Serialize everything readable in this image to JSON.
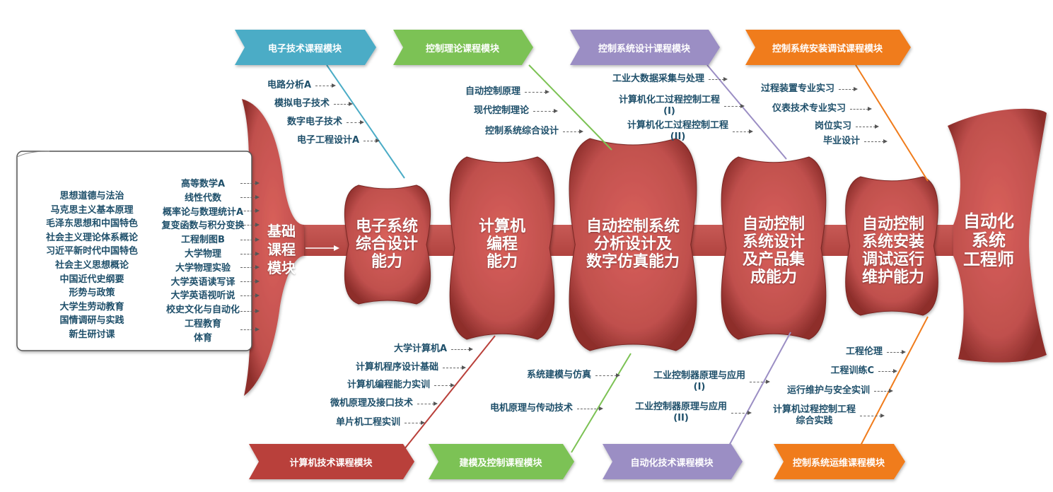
{
  "start": {
    "label": "基础\n课程\n模块",
    "general_courses": [
      "思想道德与法治",
      "马克思主义基本原理",
      "毛泽东思想和中国特色",
      "社会主义理论体系概论",
      "习近平新时代中国特色",
      "社会主义思想概论",
      "中国近代史纲要",
      "形势与政策",
      "大学生劳动教育",
      "国情调研与实践",
      "新生研讨课"
    ],
    "math_courses": [
      "高等数学A",
      "线性代数",
      "概率论与数理统计A",
      "复变函数与积分变换",
      "工程制图B",
      "大学物理",
      "大学物理实验",
      "大学英语读写译",
      "大学英语视听说",
      "校史文化与自动化\n工程教育",
      "体育"
    ]
  },
  "abilities": [
    {
      "label": "电子系统\n综合设计\n能力"
    },
    {
      "label": "计算机\n编程\n能力"
    },
    {
      "label": "自动控制系统\n分析设计及\n数字仿真能力"
    },
    {
      "label": "自动控制\n系统设计\n及产品集\n成能力"
    },
    {
      "label": "自动控制\n系统安装\n调试运行\n维护能力"
    }
  ],
  "goal": {
    "label": "自动化\n系统\n工程师"
  },
  "top_modules": [
    {
      "label": "电子技术课程模块",
      "color": "#4bacc6",
      "courses": [
        "电路分析A",
        "模拟电子技术",
        "数字电子技术",
        "电子工程设计A"
      ]
    },
    {
      "label": "控制理论课程模块",
      "color": "#7cc254",
      "courses": [
        "自动控制原理",
        "现代控制理论",
        "控制系统综合设计"
      ]
    },
    {
      "label": "控制系统设计课程模块",
      "color": "#9b8ec4",
      "courses": [
        "工业大数据采集与处理",
        "计算机化工过程控制工程\n(I)",
        "计算机化工过程控制工程\n(II)"
      ]
    },
    {
      "label": "控制系统安装调试课程模块",
      "color": "#f07c1c",
      "courses": [
        "过程装置专业实习",
        "仪表技术专业实习",
        "岗位实习",
        "毕业设计"
      ]
    }
  ],
  "bottom_modules": [
    {
      "label": "计算机技术课程模块",
      "color": "#b9403a",
      "courses": [
        "大学计算机A",
        "计算机程序设计基础",
        "计算机编程能力实训",
        "微机原理及接口技术",
        "单片机工程实训"
      ]
    },
    {
      "label": "建模及控制课程模块",
      "color": "#7cc254",
      "courses": [
        "系统建模与仿真",
        "电机原理与传动技术"
      ]
    },
    {
      "label": "自动化技术课程模块",
      "color": "#9b8ec4",
      "courses": [
        "工业控制器原理与应用\n(I)",
        "工业控制器原理与应用\n(II)"
      ]
    },
    {
      "label": "控制系统运维课程模块",
      "color": "#f07c1c",
      "courses": [
        "工程伦理",
        "工程训练C",
        "运行维护与安全实训",
        "计算机过程控制工程\n综合实践"
      ]
    }
  ],
  "colors": {
    "fish_red": "#c0504d",
    "fish_dark": "#8e2f2c",
    "text_blue": "#1e4f6a"
  }
}
